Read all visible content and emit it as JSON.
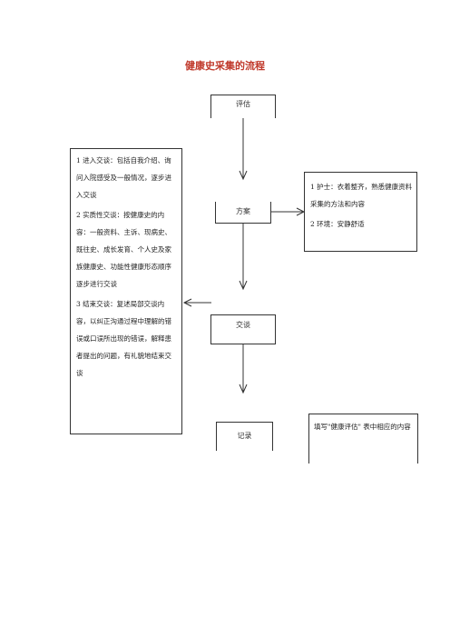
{
  "title": "健康史采集的流程",
  "steps": {
    "assess": "评估",
    "plan": "方案",
    "interview": "交谈",
    "record": "记录"
  },
  "left_box": {
    "p1": "1 进入交谈：包括自我介绍、询问入院感受及一般情况，逐步进入交谈",
    "p2": "2 实质性交谈：按健康史的内容：一般资料、主诉、现病史、既往史、成长发育、个人史及家族健康史、功能性健康形态顺序逐步进行交谈",
    "p3": "3 结束交谈：复述局部交谈内容，以纠正沟通过程中理解的错误或口误所出现的错误，解释患者提出的问题，有礼貌地结束交谈"
  },
  "right_top_box": {
    "p1": "1 护士：衣着整齐，熟悉健康资料采集的方法和内容",
    "p2": "2 环境：安静舒适"
  },
  "right_bottom_box": {
    "p1": "填写\"健康评估\" 表中相应的内容"
  }
}
